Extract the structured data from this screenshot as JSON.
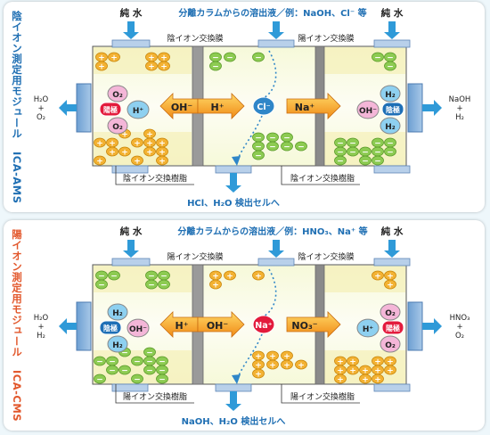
{
  "panels": [
    {
      "side_title": "陰イオン測定用モジュール",
      "side_sub": "ICA-AMS",
      "side_color": "#1f6fb3",
      "top_label": "分離カラムからの溶出液／例：NaOH、Cl⁻ 等",
      "pure_water": "純 水",
      "pure_water_right": "純 水",
      "membrane_left_top": "陰イオン交換膜",
      "membrane_right_top": "陽イオン交換膜",
      "resin_left": "陰イオン交換樹脂",
      "resin_right": "陰イオン交換樹脂",
      "outlet": "HCl、H₂O 検出セルへ",
      "left_product": [
        "H₂O",
        "+",
        "O₂"
      ],
      "right_product": [
        "NaOH",
        "+",
        "H₂"
      ],
      "left_electrode": "陽極",
      "right_electrode": "陰極",
      "left_ions": {
        "a": "O₂",
        "b": "H⁺",
        "c": "O₂"
      },
      "right_ions": {
        "a": "H₂",
        "b": "OH⁻",
        "c": "H₂"
      },
      "arrow_left_a": "OH⁻",
      "arrow_left_b": "H⁺",
      "arrow_right": "Na⁺",
      "mid_ion": "Cl⁻"
    },
    {
      "side_title": "陽イオン測定用モジュール",
      "side_sub": "ICA-CMS",
      "side_color": "#e2572b",
      "top_label": "分離カラムからの溶出液／例：HNO₃、Na⁺ 等",
      "pure_water": "純 水",
      "pure_water_right": "純 水",
      "membrane_left_top": "陽イオン交換膜",
      "membrane_right_top": "陰イオン交換膜",
      "resin_left": "陽イオン交換樹脂",
      "resin_right": "陽イオン交換樹脂",
      "outlet": "NaOH、H₂O 検出セルへ",
      "left_product": [
        "H₂O",
        "+",
        "H₂"
      ],
      "right_product": [
        "HNO₃",
        "+",
        "O₂"
      ],
      "left_electrode": "陰極",
      "right_electrode": "陽極",
      "left_ions": {
        "a": "H₂",
        "b": "OH⁻",
        "c": "H₂"
      },
      "right_ions": {
        "a": "O₂",
        "b": "H⁺",
        "c": "O₂"
      },
      "arrow_left_a": "H⁺",
      "arrow_left_b": "OH⁻",
      "arrow_right": "NO₃⁻",
      "mid_ion": "Na⁺"
    }
  ]
}
